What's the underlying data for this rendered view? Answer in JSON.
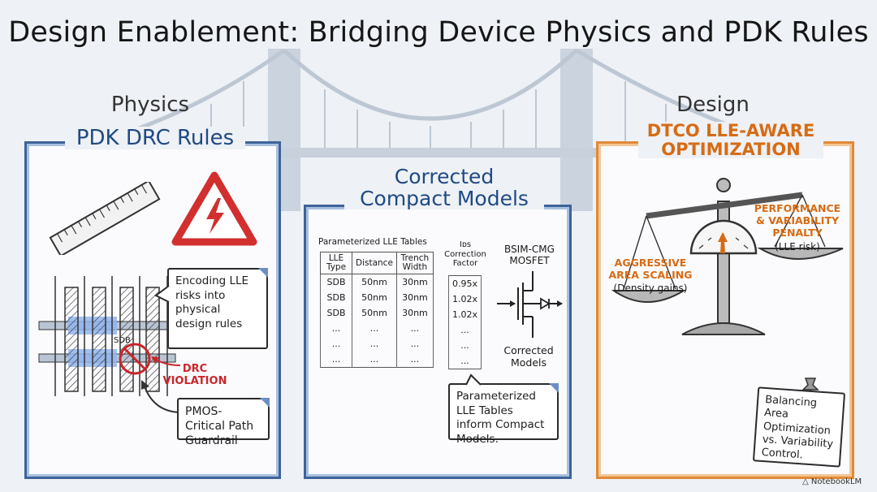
{
  "title": "Design Enablement: Bridging Device Physics and PDK Rules",
  "left": {
    "heading": "Physics",
    "panel_title": "PDK DRC Rules",
    "callout_encoding": "Encoding LLE risks into physical design rules",
    "layout_label": "SDB",
    "violation_label": "DRC VIOLATION",
    "callout_guardrail": "PMOS-Critical Path Guardrail"
  },
  "center": {
    "panel_title_line1": "Corrected",
    "panel_title_line2": "Compact Models",
    "table_title": "Parameterized LLE Tables",
    "headers": [
      "LLE Type",
      "Distance",
      "Trench Width"
    ],
    "rows": [
      [
        "SDB",
        "50nm",
        "30nm"
      ],
      [
        "SDB",
        "50nm",
        "30nm"
      ],
      [
        "SDB",
        "50nm",
        "30nm"
      ],
      [
        "...",
        "...",
        "..."
      ],
      [
        "...",
        "...",
        "..."
      ],
      [
        "...",
        "...",
        "..."
      ]
    ],
    "correction_header": "Iᴅs Correction Factor",
    "correction_values": [
      "0.95x",
      "1.02x",
      "1.02x",
      "...",
      "...",
      "..."
    ],
    "device_label": "BSIM-CMG MOSFET",
    "device_caption": "Corrected Models",
    "callout": "Parameterized LLE Tables inform Compact Models."
  },
  "right": {
    "heading": "Design",
    "panel_title_line1": "DTCO LLE-AWARE",
    "panel_title_line2": "OPTIMIZATION",
    "left_pan_title": "AGGRESSIVE AREA SCALING",
    "left_pan_sub": "(Density gains)",
    "right_pan_title": "PERFORMANCE & VARIABILITY PENALTY",
    "right_pan_sub": "(LLE risk)",
    "note": "Balancing Area Optimization vs. Variability Control."
  },
  "footer": {
    "brand": "NotebookLM"
  },
  "colors": {
    "blue": "#1f4a84",
    "orange": "#d76b14",
    "red": "#c8262b"
  }
}
